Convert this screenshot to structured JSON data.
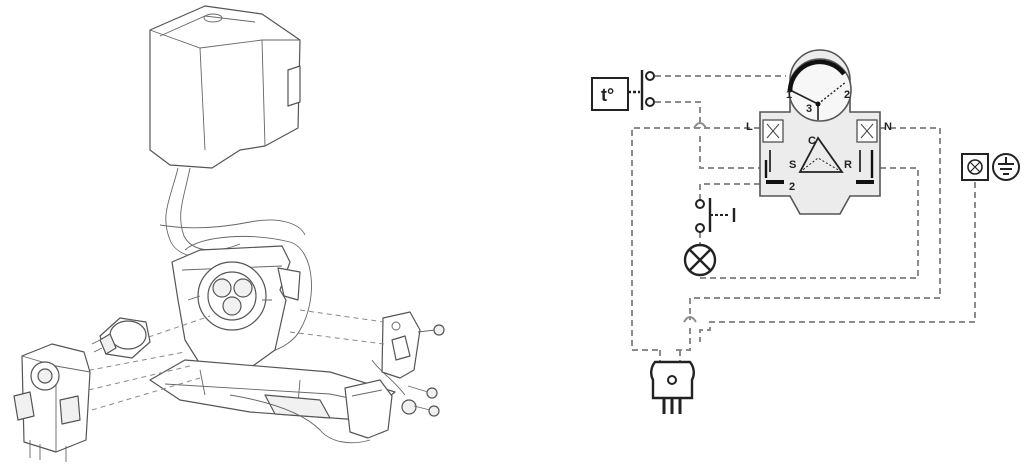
{
  "diagram": {
    "exploded_view": {
      "parts": [
        "compressor-housing",
        "mounting-bracket",
        "thermal-protector",
        "start-relay",
        "terminal-cover",
        "screws"
      ]
    },
    "wiring": {
      "thermostat_symbol": "t°",
      "relay_terminals": {
        "line": "L",
        "neutral": "N",
        "common": "C",
        "start": "S",
        "run": "R",
        "protector_1": "1",
        "protector_2": "2",
        "protector_3": "3",
        "start_contact": "2"
      },
      "components": [
        "thermostat-icon",
        "door-switch-icon",
        "lamp-icon",
        "ground-icon",
        "plug-icon"
      ]
    }
  }
}
